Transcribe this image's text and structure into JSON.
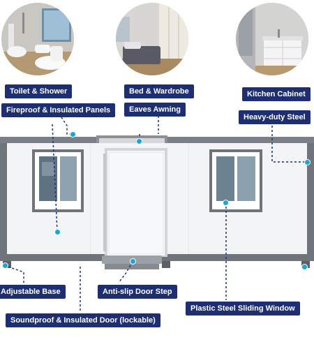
{
  "colors": {
    "label_bg": "#1d2f72",
    "label_text": "#ffffff",
    "dot": "#1aa6d2",
    "frame": "#6f747b",
    "panel": "#f3f4f5"
  },
  "photos": [
    {
      "name": "toilet-shower-photo",
      "icon": "bathroom-photo"
    },
    {
      "name": "bed-wardrobe-photo",
      "icon": "bedroom-photo"
    },
    {
      "name": "kitchen-cabinet-photo",
      "icon": "kitchen-photo"
    }
  ],
  "labels": {
    "toilet_shower": "Toilet & Shower",
    "bed_wardrobe": "Bed & Wardrobe",
    "kitchen_cabinet": "Kitchen Cabinet",
    "fireproof_panels": "Fireproof & Insulated Panels",
    "eaves_awning": "Eaves Awning",
    "heavy_duty_steel": "Heavy-duty Steel",
    "adjustable_base": "Adjustable Base",
    "anti_slip_step": "Anti-slip Door Step",
    "sliding_window": "Plastic Steel Sliding Window",
    "soundproof_door": "Soundproof  & Insulated Door (lockable)"
  }
}
